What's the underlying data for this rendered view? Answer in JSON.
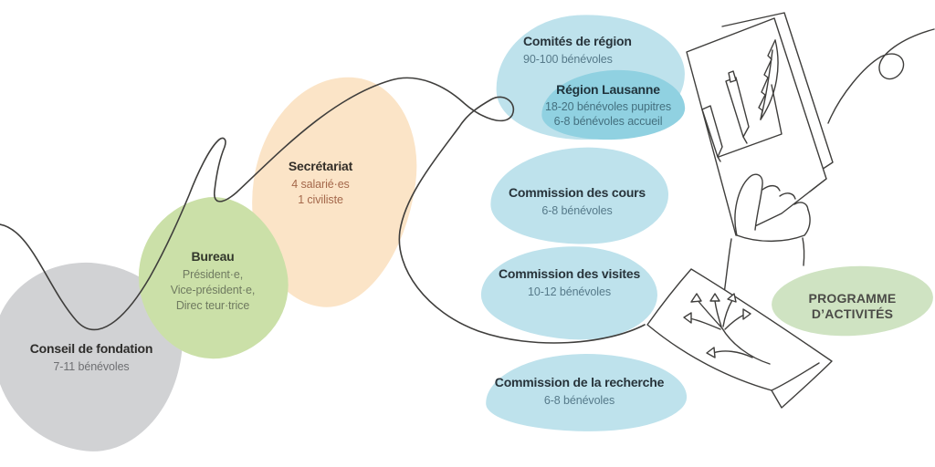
{
  "canvas": {
    "background": "#ffffff",
    "line_color": "#3f3e3c"
  },
  "palette": {
    "gray_blob": "#d1d2d4",
    "green_blob": "#cbe0a8",
    "peach_blob": "#fbe4c7",
    "blue_blob": "#bee2ec",
    "blue_dark_blob": "#90d1e1",
    "sage_blob": "#cfe3c2"
  },
  "nodes": {
    "conseil": {
      "title": "Conseil de fondation",
      "lines": [
        "7-11 bénévoles"
      ],
      "title_color": "#2d2c2a",
      "sub_color": "#6e6f72"
    },
    "bureau": {
      "title": "Bureau",
      "lines": [
        "Président·e,",
        "Vice-président·e,",
        "Direc teur·trice"
      ],
      "title_color": "#33382c",
      "sub_color": "#6f7a60"
    },
    "secretariat": {
      "title": "Secrétariat",
      "lines": [
        "4 salarié·es",
        "1 civiliste"
      ],
      "title_color": "#332e28",
      "sub_color": "#a4684b"
    },
    "comites": {
      "title": "Comités de région",
      "lines": [
        "90-100 bénévoles"
      ],
      "title_color": "#27333a",
      "sub_color": "#567a8a"
    },
    "region_lausanne": {
      "title": "Région Lausanne",
      "lines": [
        "18-20 bénévoles pupitres",
        "6-8 bénévoles accueil"
      ],
      "title_color": "#1f333c",
      "sub_color": "#44707f"
    },
    "cours": {
      "title": "Commission des cours",
      "lines": [
        "6-8 bénévoles"
      ],
      "title_color": "#27333a",
      "sub_color": "#567a8a"
    },
    "visites": {
      "title": "Commission des visites",
      "lines": [
        "10-12 bénévoles"
      ],
      "title_color": "#27333a",
      "sub_color": "#567a8a"
    },
    "recherche": {
      "title": "Commission de la recherche",
      "lines": [
        "6-8 bénévoles"
      ],
      "title_color": "#27333a",
      "sub_color": "#567a8a"
    },
    "programme": {
      "title": "PROGRAMME D’ACTIVITÉS",
      "title_color": "#4b4b47"
    }
  }
}
